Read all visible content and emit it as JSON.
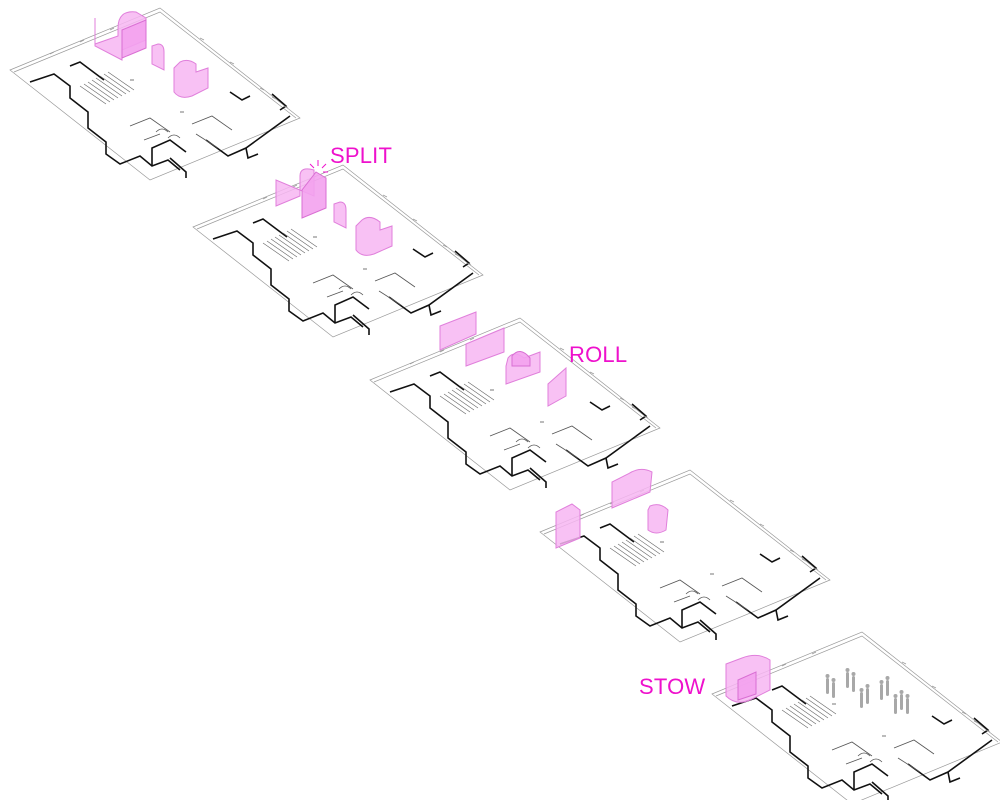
{
  "labels": {
    "split": "SPLIT",
    "roll": "ROLL",
    "stow": "STOW"
  },
  "colors": {
    "accent": "#ee11cc",
    "panel": "#f7b6f2",
    "wall": "#111111",
    "edge": "#9a9a9a"
  }
}
